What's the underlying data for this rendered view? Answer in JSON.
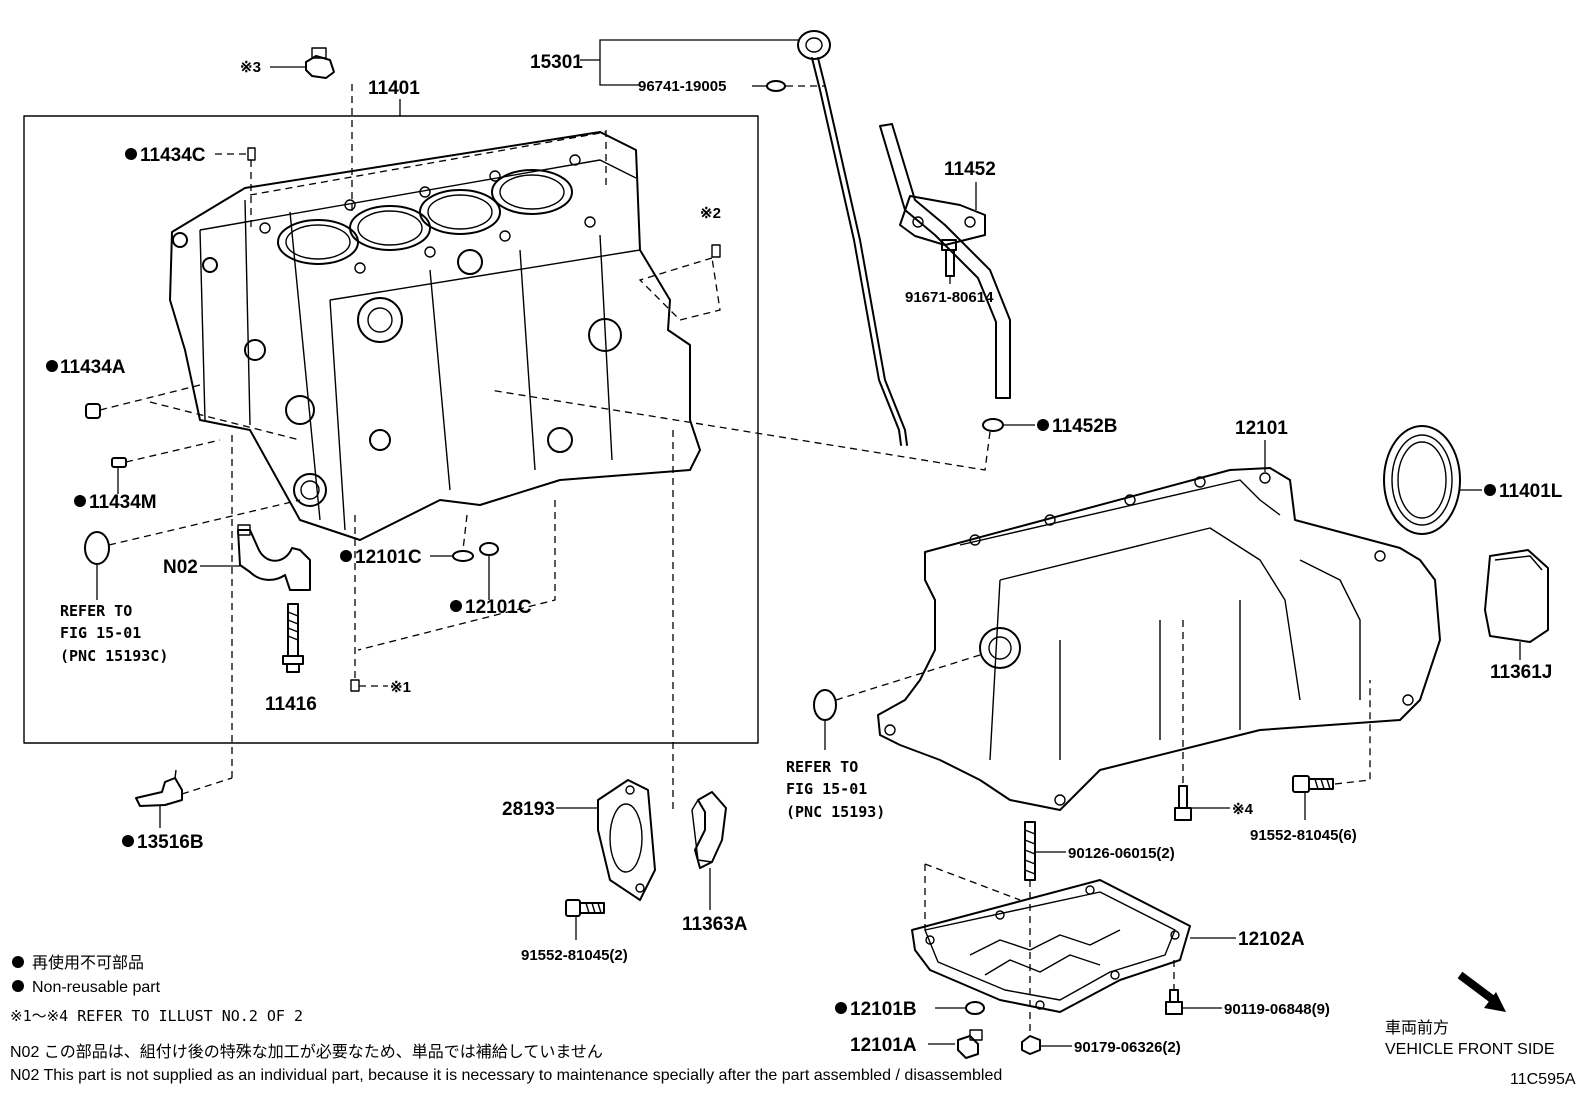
{
  "diagram_code": "11C595A",
  "parts": {
    "p11401": "11401",
    "p15301": "15301",
    "p96741": "96741-19005",
    "p11452": "11452",
    "p91671": "91671-80614",
    "p11452B": "11452B",
    "p11434C": "11434C",
    "p11434A": "11434A",
    "p11434M": "11434M",
    "pN02": "N02",
    "p11416": "11416",
    "p12101C_a": "12101C",
    "p12101C_b": "12101C",
    "p13516B": "13516B",
    "p28193": "28193",
    "p91552_2": "91552-81045(2)",
    "p11363A": "11363A",
    "p12101": "12101",
    "p11401L": "11401L",
    "p11361J": "11361J",
    "p91552_6": "91552-81045(6)",
    "p90126": "90126-06015(2)",
    "p12102A": "12102A",
    "p90119": "90119-06848(9)",
    "p90179": "90179-06326(2)",
    "p12101B": "12101B",
    "p12101A": "12101A"
  },
  "markers": {
    "m1": "※1",
    "m2": "※2",
    "m3": "※3",
    "m4": "※4"
  },
  "refs": {
    "left": {
      "line1": "REFER TO",
      "line2": "FIG 15-01",
      "line3": "(PNC 15193C)"
    },
    "right": {
      "line1": "REFER TO",
      "line2": "FIG 15-01",
      "line3": "(PNC 15193)"
    }
  },
  "legend": {
    "jp": "再使用不可部品",
    "en": "Non-reusable part",
    "illust_note": "※1～※4 REFER TO ILLUST NO.2 OF 2",
    "n02_jp": "N02  この部品は、組付け後の特殊な加工が必要なため、単品では補給していません",
    "n02_en": "N02  This part is not supplied as an individual part, because it is necessary to maintenance specially after the part assembled / disassembled"
  },
  "direction": {
    "jp": "車両前方",
    "en": "VEHICLE FRONT SIDE",
    "icon": "arrow-down-right-icon"
  }
}
